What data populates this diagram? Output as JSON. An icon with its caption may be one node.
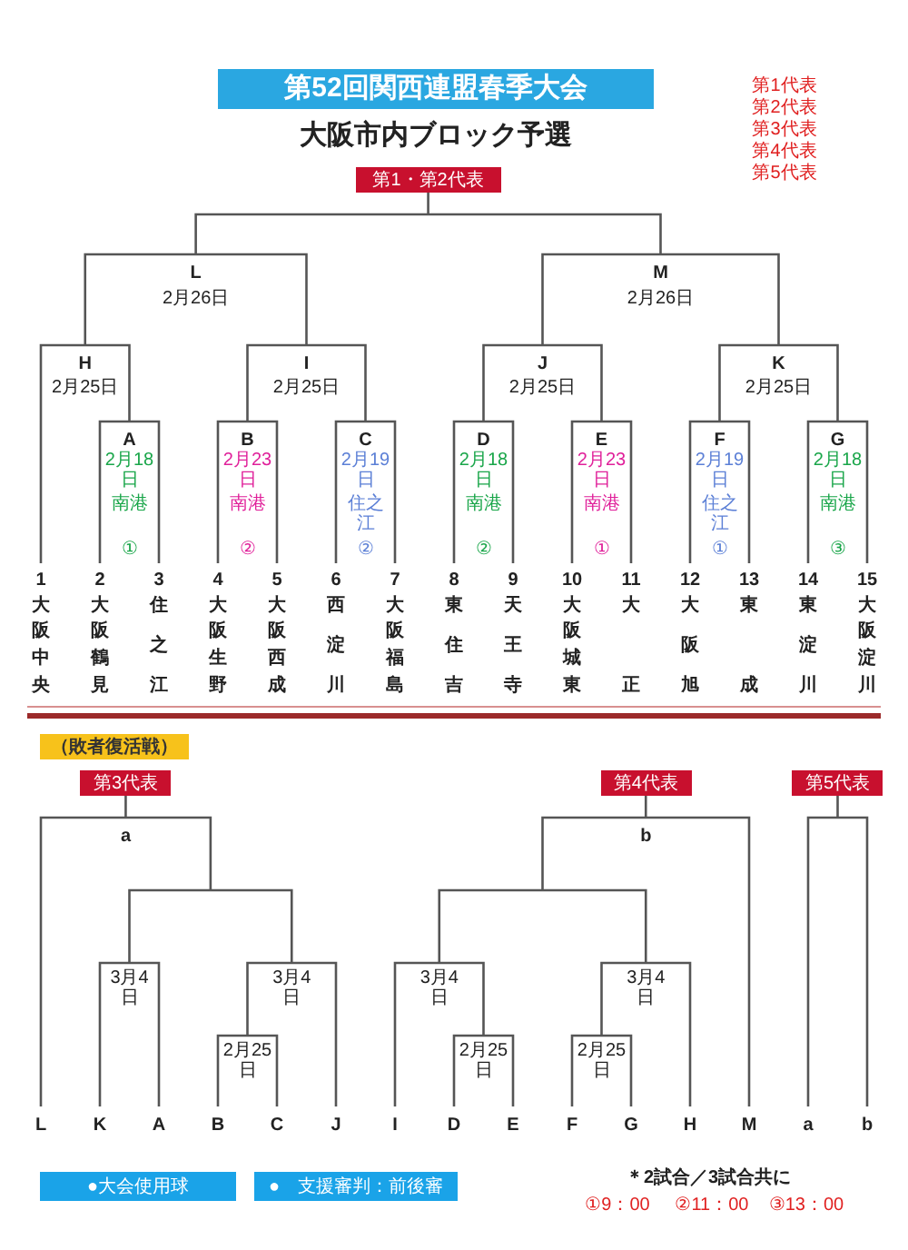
{
  "diagram": {
    "nodes": [
      {
        "text": [
          "第52回関西連盟春季大会"
        ]
      },
      {
        "text": [
          "第1・第2代表"
        ]
      },
      {
        "text": [
          "（敗者復活戦）"
        ]
      },
      {
        "text": [
          "第3代表"
        ]
      },
      {
        "text": [
          "第4代表"
        ]
      },
      {
        "text": [
          "第5代表"
        ]
      },
      {
        "text": [
          "●大会使用球"
        ]
      },
      {
        "text": [
          "●　支援審判：前後審"
        ]
      }
    ],
    "labels": [
      "大阪市内ブロック予選",
      "第1代表",
      "第2代表",
      "第3代表",
      "第4代表",
      "第5代表",
      "L",
      "M",
      "2月26日",
      "2月26日",
      "H",
      "I",
      "J",
      "K",
      "2月25日",
      "2月25日",
      "2月25日",
      "2月25日",
      "A",
      "B",
      "C",
      "D",
      "E",
      "F",
      "G",
      "2月18日",
      "2月23日",
      "2月19日",
      "2月18日",
      "2月23日",
      "2月19日",
      "2月18日",
      "南港",
      "南港",
      "住之江",
      "南港",
      "南港",
      "住之江",
      "南港",
      "①",
      "②",
      "②",
      "②",
      "①",
      "①",
      "③",
      "1",
      "2",
      "3",
      "4",
      "5",
      "6",
      "7",
      "8",
      "9",
      "10",
      "11",
      "12",
      "13",
      "14",
      "15",
      "大阪中央",
      "大阪鶴見",
      "住之江",
      "大阪生野",
      "大阪西成",
      "西淀川",
      "大阪福島",
      "東住吉",
      "天王寺",
      "大阪城東",
      "大正",
      "大阪旭",
      "東成",
      "東淀川",
      "大阪淀川",
      "a",
      "b",
      "3月4日",
      "3月4日",
      "3月4日",
      "3月4日",
      "2月25日",
      "2月25日",
      "2月25日",
      "L",
      "K",
      "A",
      "B",
      "C",
      "J",
      "I",
      "D",
      "E",
      "F",
      "G",
      "H",
      "M",
      "a",
      "b",
      "＊2試合／3試合共に",
      "①9：00",
      "②11：00",
      "③13：00"
    ]
  }
}
